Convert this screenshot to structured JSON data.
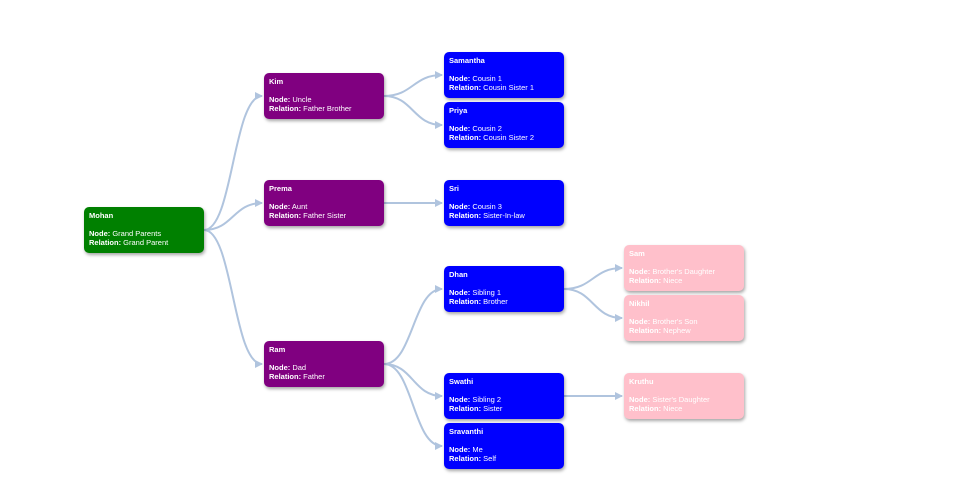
{
  "colors": {
    "green": "#008000",
    "purple": "#800080",
    "blue": "#0000ff",
    "pink": "#ffc0cb",
    "edge": "#b0c4de"
  },
  "labels": {
    "node": "Node:",
    "relation": "Relation:"
  },
  "nodes": {
    "mohan": {
      "name": "Mohan",
      "node": "Grand Parents",
      "relation": "Grand Parent"
    },
    "kim": {
      "name": "Kim",
      "node": "Uncle",
      "relation": "Father Brother"
    },
    "prema": {
      "name": "Prema",
      "node": "Aunt",
      "relation": "Father Sister"
    },
    "ram": {
      "name": "Ram",
      "node": "Dad",
      "relation": "Father"
    },
    "samantha": {
      "name": "Samantha",
      "node": "Cousin 1",
      "relation": "Cousin Sister 1"
    },
    "priya": {
      "name": "Priya",
      "node": "Cousin 2",
      "relation": "Cousin Sister 2"
    },
    "sri": {
      "name": "Sri",
      "node": "Cousin 3",
      "relation": "Sister-In-law"
    },
    "dhan": {
      "name": "Dhan",
      "node": "Sibling 1",
      "relation": "Brother"
    },
    "swathi": {
      "name": "Swathi",
      "node": "Sibling 2",
      "relation": "Sister"
    },
    "sravanthi": {
      "name": "Sravanthi",
      "node": "Me",
      "relation": "Self"
    },
    "sam": {
      "name": "Sam",
      "node": "Brother's Daughter",
      "relation": "Niece"
    },
    "nikhil": {
      "name": "Nikhil",
      "node": "Brother's Son",
      "relation": "Nephew"
    },
    "kruthu": {
      "name": "Kruthu",
      "node": "Sister's Daughter",
      "relation": "Niece"
    }
  },
  "edges": [
    [
      "mohan",
      "kim"
    ],
    [
      "mohan",
      "prema"
    ],
    [
      "mohan",
      "ram"
    ],
    [
      "kim",
      "samantha"
    ],
    [
      "kim",
      "priya"
    ],
    [
      "prema",
      "sri"
    ],
    [
      "ram",
      "dhan"
    ],
    [
      "ram",
      "swathi"
    ],
    [
      "ram",
      "sravanthi"
    ],
    [
      "dhan",
      "sam"
    ],
    [
      "dhan",
      "nikhil"
    ],
    [
      "swathi",
      "kruthu"
    ]
  ]
}
